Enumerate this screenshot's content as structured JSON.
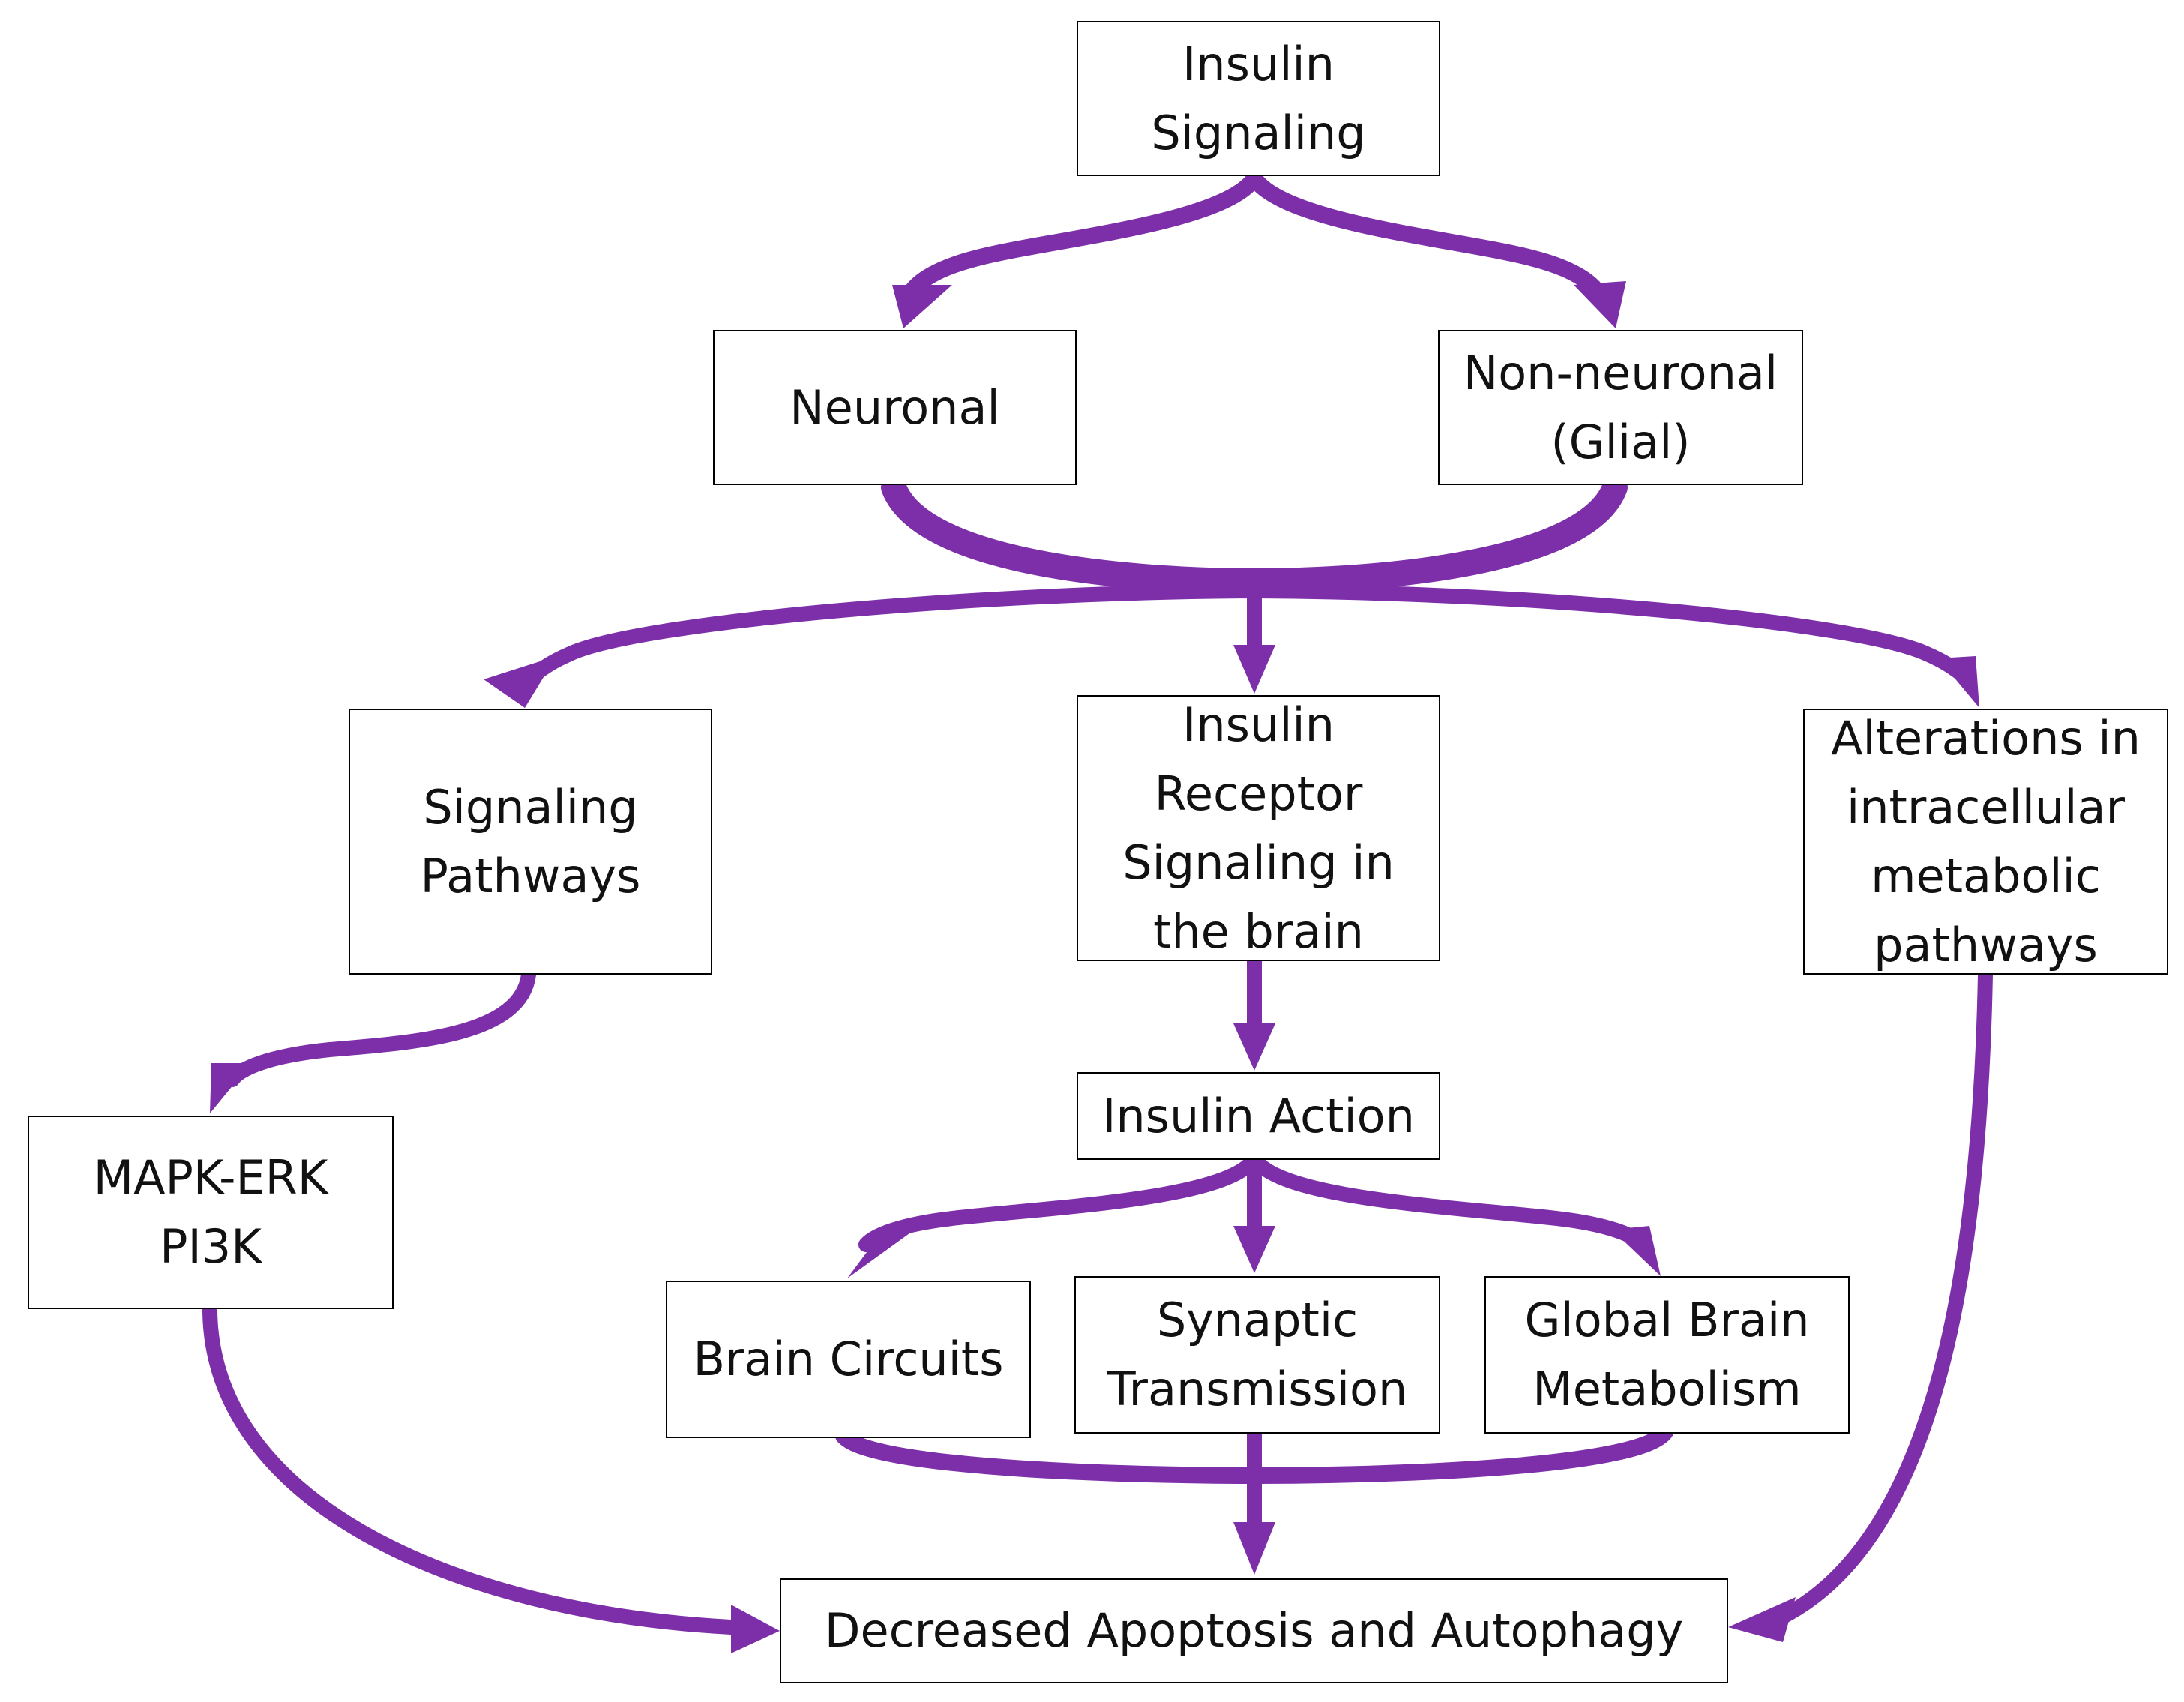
{
  "diagram": {
    "edge_color": "#7c2fa8",
    "nodes": {
      "insulin_signaling": "Insulin\nSignaling",
      "neuronal": "Neuronal",
      "non_neuronal": "Non-neuronal\n(Glial)",
      "signaling_pathways": "Signaling\nPathways",
      "insulin_receptor": "Insulin\nReceptor\nSignaling in\nthe brain",
      "alterations": "Alterations in\nintracellular\nmetabolic\npathways",
      "mapk_erk": "MAPK-ERK\nPI3K",
      "insulin_action": "Insulin Action",
      "brain_circuits": "Brain Circuits",
      "synaptic_transmission": "Synaptic\nTransmission",
      "global_brain_metabolism": "Global Brain\nMetabolism",
      "decreased_apoptosis": "Decreased Apoptosis and Autophagy"
    }
  }
}
